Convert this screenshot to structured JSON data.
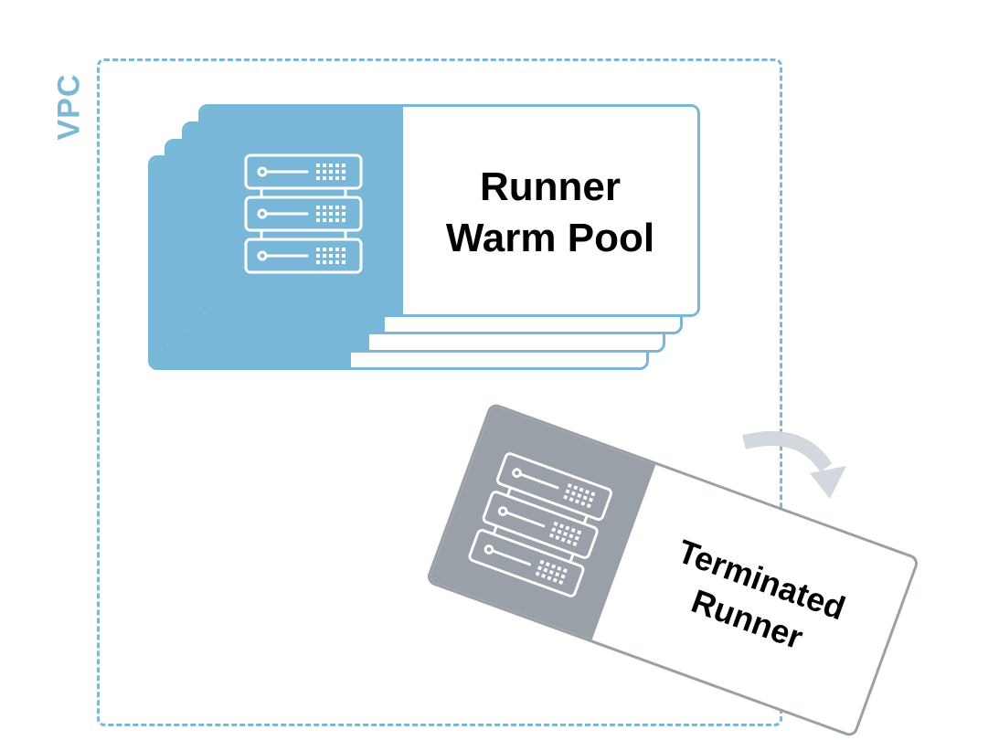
{
  "vpc": {
    "label": "VPC"
  },
  "warm_pool": {
    "title_line1": "Runner",
    "title_line2": "Warm Pool",
    "icon": "server-rack-icon"
  },
  "terminated": {
    "title_line1": "Terminated",
    "title_line2": "Runner",
    "icon": "server-rack-icon"
  },
  "colors": {
    "pool_blue": "#78b7d7",
    "vpc_blue": "#7ab8d6",
    "terminated_gray": "#9aa0a8",
    "arrow_gray": "#d3d8de"
  }
}
